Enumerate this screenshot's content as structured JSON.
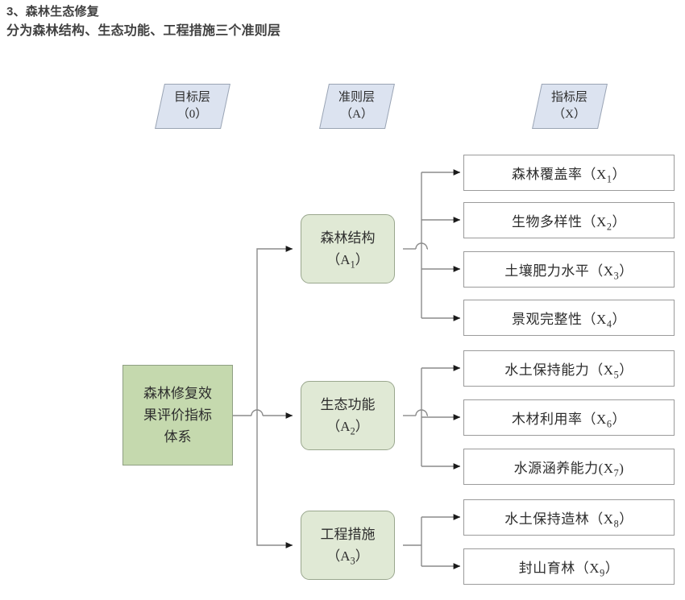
{
  "heading": {
    "line1": "3、森林生态修复",
    "line2": "分为森林结构、生态功能、工程措施三个准则层"
  },
  "layer_headers": [
    {
      "name": "goal-layer-header",
      "title": "目标层",
      "code": "（0）"
    },
    {
      "name": "criterion-layer-header",
      "title": "准则层",
      "code": "（A）"
    },
    {
      "name": "indicator-layer-header",
      "title": "指标层",
      "code": "（X）"
    }
  ],
  "goal": {
    "line1": "森林修复效",
    "line2": "果评价指标",
    "line3": "体系"
  },
  "criteria": [
    {
      "id": "A1",
      "label": "森林结构",
      "code": "（A",
      "sub": "1",
      "code_end": "）"
    },
    {
      "id": "A2",
      "label": "生态功能",
      "code": "（A",
      "sub": "2",
      "code_end": "）"
    },
    {
      "id": "A3",
      "label": "工程措施",
      "code": "（A",
      "sub": "3",
      "code_end": "）"
    }
  ],
  "indicators": [
    {
      "id": "X1",
      "parent": "A1",
      "label": "森林覆盖率（X",
      "sub": "1",
      "tail": "）"
    },
    {
      "id": "X2",
      "parent": "A1",
      "label": "生物多样性（X",
      "sub": "2",
      "tail": "）"
    },
    {
      "id": "X3",
      "parent": "A1",
      "label": "土壤肥力水平（X",
      "sub": "3",
      "tail": "）"
    },
    {
      "id": "X4",
      "parent": "A1",
      "label": "景观完整性（X",
      "sub": "4",
      "tail": "）"
    },
    {
      "id": "X5",
      "parent": "A2",
      "label": "水土保持能力（X",
      "sub": "5",
      "tail": "）"
    },
    {
      "id": "X6",
      "parent": "A2",
      "label": "木材利用率（X",
      "sub": "6",
      "tail": "）"
    },
    {
      "id": "X7",
      "parent": "A2",
      "label": "水源涵养能力(X",
      "sub": "7",
      "tail": ")"
    },
    {
      "id": "X8",
      "parent": "A3",
      "label": "水土保持造林（X",
      "sub": "8",
      "tail": "）"
    },
    {
      "id": "X9",
      "parent": "A3",
      "label": "封山育林（X",
      "sub": "9",
      "tail": "）"
    }
  ],
  "colors": {
    "goal_fill": "#c5d9ae",
    "criterion_fill": "#e0e9d5",
    "header_fill": "#dce3f0",
    "indicator_fill": "#ffffff",
    "line": "#8c8c8c",
    "text": "#2d2d2d"
  }
}
